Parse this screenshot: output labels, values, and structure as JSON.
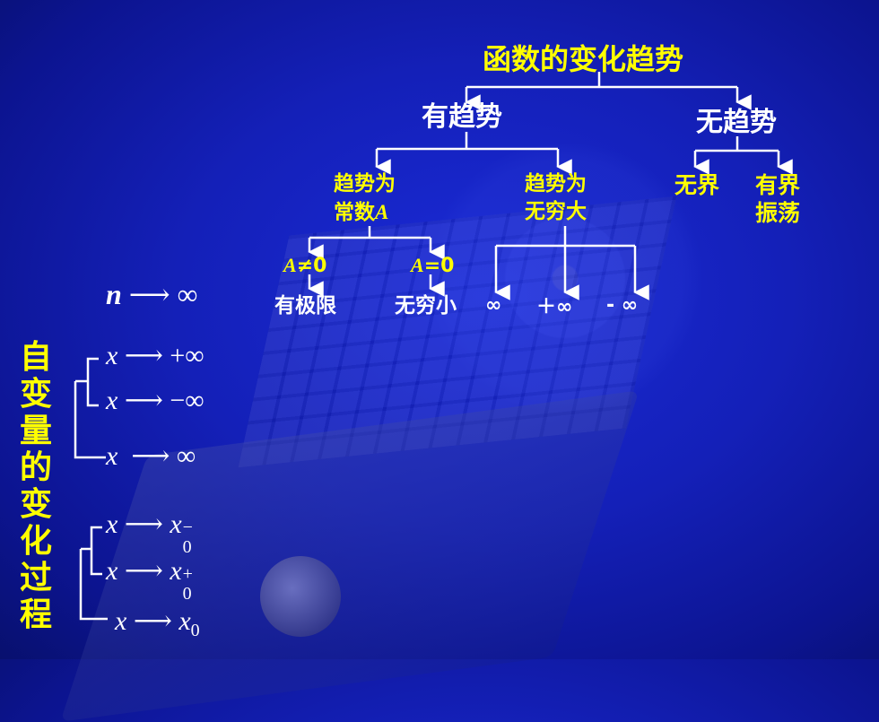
{
  "tree": {
    "root": "函数的变化趋势",
    "has_trend": "有趋势",
    "no_trend": "无趋势",
    "const_l1": "趋势为",
    "const_l2": "常数",
    "const_var": "A",
    "inf_l1": "趋势为",
    "inf_l2": "无穷大",
    "unbounded": "无界",
    "osc_l1": "有界",
    "osc_l2": "振荡",
    "cond_ne": "≠0",
    "cond_eq": "=0",
    "has_limit": "有极限",
    "infinitesimal": "无穷小",
    "inf": "∞",
    "pos_inf": "＋∞",
    "neg_inf": "- ∞"
  },
  "processes": {
    "heading": "自变量的变化过程",
    "n_limit": {
      "var": "n",
      "target": "∞"
    },
    "x_pos_inf": {
      "var": "x",
      "target": "+∞"
    },
    "x_neg_inf": {
      "var": "x",
      "target": "−∞"
    },
    "x_inf": {
      "var": "x",
      "target": "∞"
    },
    "x_left": {
      "var": "x",
      "target": "x",
      "sub": "0",
      "sup": "−"
    },
    "x_right": {
      "var": "x",
      "target": "x",
      "sub": "0",
      "sup": "+"
    },
    "x_point": {
      "var": "x",
      "target": "x",
      "sub": "0"
    }
  },
  "colors": {
    "background": "#1420b8",
    "highlight": "#ffff00",
    "text": "#ffffff"
  }
}
